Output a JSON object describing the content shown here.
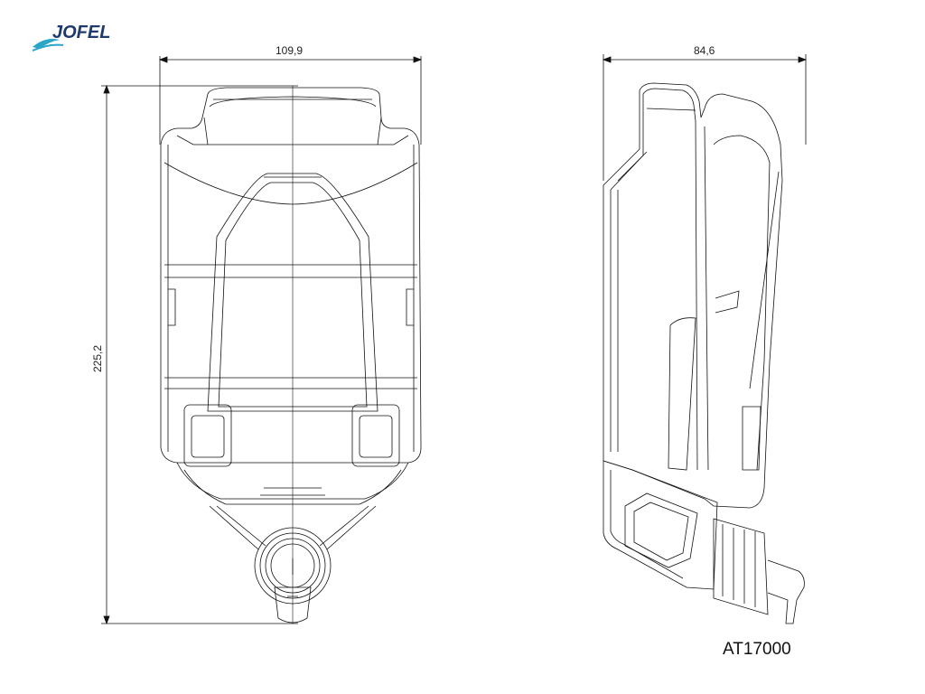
{
  "brand": {
    "name": "JOFEL",
    "color": "#1e3a6e",
    "wave_color": "#2aa6c9"
  },
  "dimensions": {
    "front_width": "109,9",
    "side_depth": "84,6",
    "height": "225,2"
  },
  "model_code": "AT17000",
  "colors": {
    "line": "#111111"
  }
}
